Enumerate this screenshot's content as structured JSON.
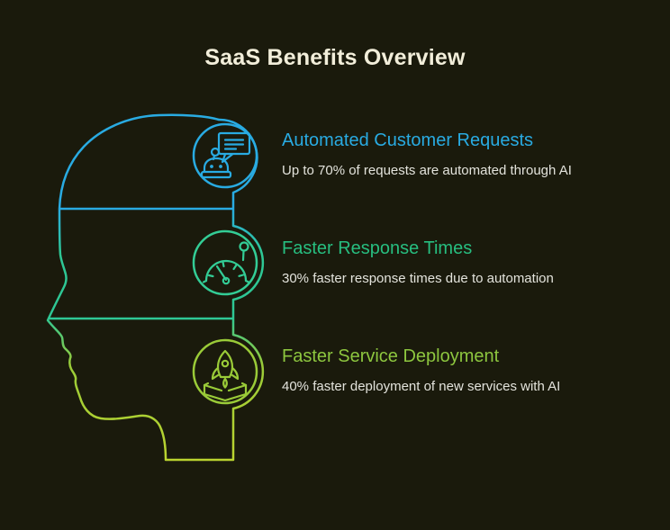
{
  "title": {
    "text": "SaaS Benefits Overview"
  },
  "colors": {
    "background": "#1A1A0C",
    "title": "#F2EEDA",
    "description": "#E3E3DC",
    "divider_top": "#29ABE2",
    "divider_bottom": "#2EC795",
    "head_gradient": [
      "#29ABE2",
      "#29ABE2",
      "#2EC795",
      "#2EC795",
      "#9ACB38",
      "#BCD42F"
    ]
  },
  "benefits": [
    {
      "heading": "Automated Customer Requests",
      "description": "Up to 70% of requests are automated through AI",
      "accent_color": "#29ABE2",
      "icon_color": "#29ABE2",
      "icon": "chatbot-icon"
    },
    {
      "heading": "Faster Response Times",
      "description": "30% faster response times due to automation",
      "accent_color": "#27BE80",
      "icon_color": "#33CD96",
      "icon": "speedometer-icon"
    },
    {
      "heading": "Faster Service Deployment",
      "description": "40% faster deployment of new services with AI",
      "accent_color": "#8DC63F",
      "icon_color": "#9ACB38",
      "icon": "rocket-launch-icon"
    }
  ]
}
